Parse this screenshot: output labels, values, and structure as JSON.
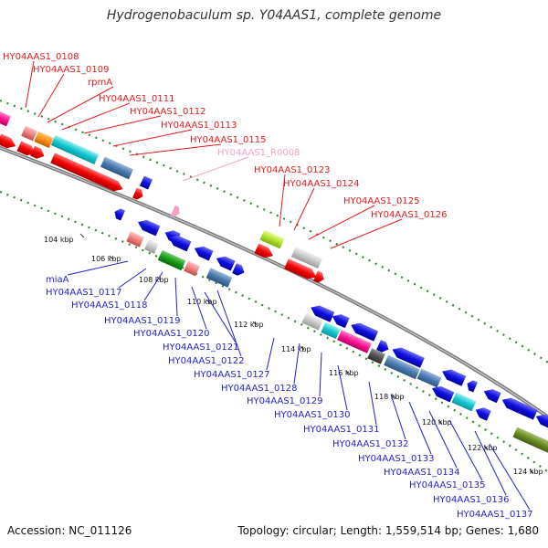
{
  "title": "Hydrogenobaculum sp. Y04AAS1, complete genome",
  "footer": {
    "accession": "Accession: NC_011126",
    "topology": "Topology: circular; Length: 1,559,514 bp; Genes: 1,680"
  },
  "colors": {
    "forward_label": "#e41a1c",
    "reverse_label": "#1f1fd0",
    "rna_label": "#f4a0c8",
    "backbone": "#888888",
    "ticks": "#2e8b2e"
  },
  "forward_labels": [
    "HY04AAS1_0108",
    "HY04AAS1_0109",
    "rpmA",
    "HY04AAS1_0111",
    "HY04AAS1_0112",
    "HY04AAS1_0113",
    "HY04AAS1_0115",
    "HY04AAS1_R0008",
    "HY04AAS1_0123",
    "HY04AAS1_0124",
    "HY04AAS1_0125",
    "HY04AAS1_0126"
  ],
  "reverse_labels": [
    "miaA",
    "HY04AAS1_0117",
    "HY04AAS1_0118",
    "HY04AAS1_0119",
    "HY04AAS1_0120",
    "HY04AAS1_0121",
    "HY04AAS1_0122",
    "HY04AAS1_0127",
    "HY04AAS1_0128",
    "HY04AAS1_0129",
    "HY04AAS1_0130",
    "HY04AAS1_0131",
    "HY04AAS1_0132",
    "HY04AAS1_0133",
    "HY04AAS1_0134",
    "HY04AAS1_0135",
    "HY04AAS1_0136",
    "HY04AAS1_0137"
  ],
  "ticks": [
    "104 kbp",
    "106 kbp",
    "108 kbp",
    "110 kbp",
    "112 kbp",
    "114 kbp",
    "116 kbp",
    "118 kbp",
    "120 kbp",
    "122 kbp",
    "124 kbp"
  ]
}
